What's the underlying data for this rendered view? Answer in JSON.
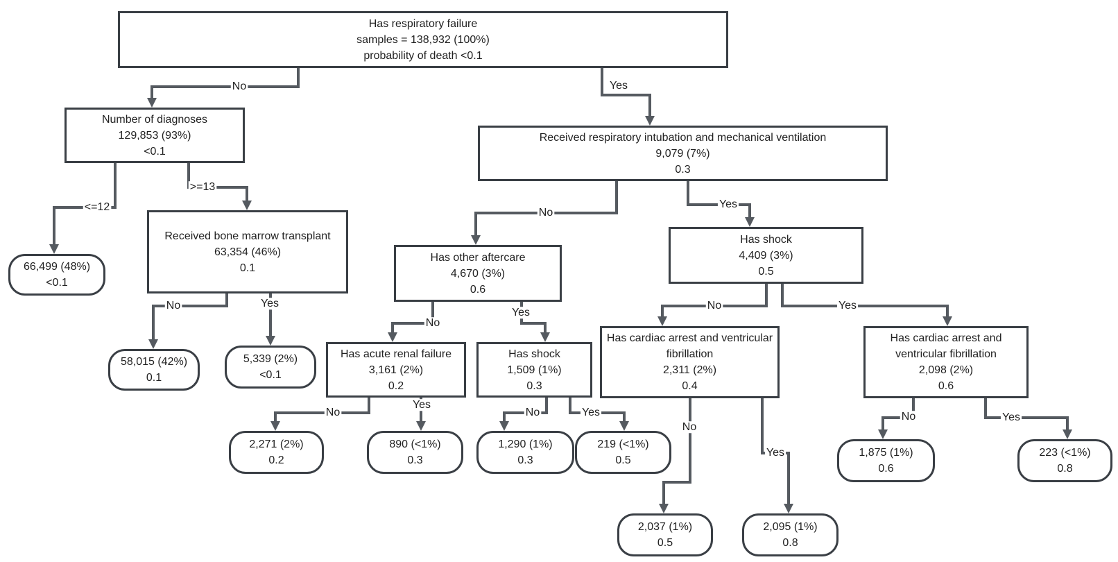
{
  "nodes": {
    "root": {
      "lines": [
        "Has respiratory failure",
        "samples = 138,932 (100%)",
        "probability of death <0.1"
      ]
    },
    "diag": {
      "lines": [
        "Number of diagnoses",
        "129,853 (93%)",
        "<0.1"
      ]
    },
    "intub": {
      "lines": [
        "Received respiratory intubation and mechanical ventilation",
        "9,079 (7%)",
        "0.3"
      ]
    },
    "leaf_a": {
      "lines": [
        "66,499 (48%)",
        "<0.1"
      ]
    },
    "bone": {
      "lines": [
        "Received bone marrow transplant",
        "63,354 (46%)",
        "0.1"
      ]
    },
    "aftercare": {
      "lines": [
        "Has other aftercare",
        "4,670 (3%)",
        "0.6"
      ]
    },
    "shock_a": {
      "lines": [
        "Has shock",
        "4,409 (3%)",
        "0.5"
      ]
    },
    "leaf_b": {
      "lines": [
        "58,015 (42%)",
        "0.1"
      ]
    },
    "leaf_c": {
      "lines": [
        "5,339 (2%)",
        "<0.1"
      ]
    },
    "renal": {
      "lines": [
        "Has acute renal failure",
        "3,161 (2%)",
        "0.2"
      ]
    },
    "shock_b": {
      "lines": [
        "Has shock",
        "1,509 (1%)",
        "0.3"
      ]
    },
    "cardiac_a": {
      "lines": [
        "Has cardiac arrest and ventricular fibrillation",
        "2,311 (2%)",
        "0.4"
      ]
    },
    "cardiac_b": {
      "lines": [
        "Has cardiac arrest and ventricular fibrillation",
        "2,098 (2%)",
        "0.6"
      ]
    },
    "leaf_d": {
      "lines": [
        "2,271 (2%)",
        "0.2"
      ]
    },
    "leaf_e": {
      "lines": [
        "890 (<1%)",
        "0.3"
      ]
    },
    "leaf_f": {
      "lines": [
        "1,290 (1%)",
        "0.3"
      ]
    },
    "leaf_g": {
      "lines": [
        "219 (<1%)",
        "0.5"
      ]
    },
    "leaf_h": {
      "lines": [
        "1,875 (1%)",
        "0.6"
      ]
    },
    "leaf_i": {
      "lines": [
        "223 (<1%)",
        "0.8"
      ]
    },
    "leaf_j": {
      "lines": [
        "2,037 (1%)",
        "0.5"
      ]
    },
    "leaf_k": {
      "lines": [
        "2,095 (1%)",
        "0.8"
      ]
    }
  },
  "edges": {
    "root_no": "No",
    "root_yes": "Yes",
    "diag_le": "<=12",
    "diag_ge": ">=13",
    "intub_no": "No",
    "intub_yes": "Yes",
    "bone_no": "No",
    "bone_yes": "Yes",
    "aftercare_no": "No",
    "aftercare_yes": "Yes",
    "shock_a_no": "No",
    "shock_a_yes": "Yes",
    "renal_no": "No",
    "renal_yes": "Yes",
    "shock_b_no": "No",
    "shock_b_yes": "Yes",
    "cardiac_a_no": "No",
    "cardiac_a_yes": "Yes",
    "cardiac_b_no": "No",
    "cardiac_b_yes": "Yes"
  }
}
